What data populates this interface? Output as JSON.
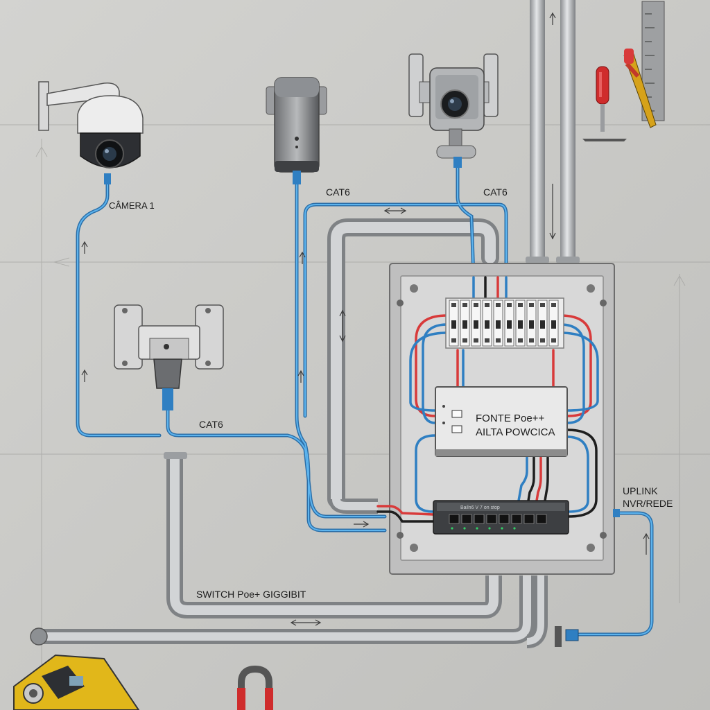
{
  "labels": {
    "camera1": "CÂMERA 1",
    "cat6_top": "CAT6",
    "cat6_right": "CAT6",
    "cat6_bottom": "CAT6",
    "power_supply_line1": "FONTE Poe++",
    "power_supply_line2": "AILTA POWCICA",
    "switch_small": "Bailn6 V 7 on stop",
    "switch_label": "SWITCH Poe+  GIGGIBIT",
    "uplink_line1": "UPLINK",
    "uplink_line2": "NVR/REDE"
  },
  "icons": {
    "dome_camera": "dome-camera-icon",
    "bullet_camera": "bullet-camera-icon",
    "ptz_camera": "ptz-camera-icon",
    "wall_bracket": "wall-bracket-icon",
    "screwdriver": "screwdriver-icon",
    "cable_cutter": "cable-cutter-icon",
    "level_ruler": "ruler-icon",
    "cable_tester": "cable-tester-icon",
    "clamp_meter": "clamp-meter-icon"
  },
  "colors": {
    "wall": "#c9c9c6",
    "cable_blue": "#3a8fd0",
    "cable_red": "#d83a3a",
    "cable_black": "#1e1e1e",
    "conduit": "#a9acaf",
    "panel": "#dcdcdc"
  }
}
